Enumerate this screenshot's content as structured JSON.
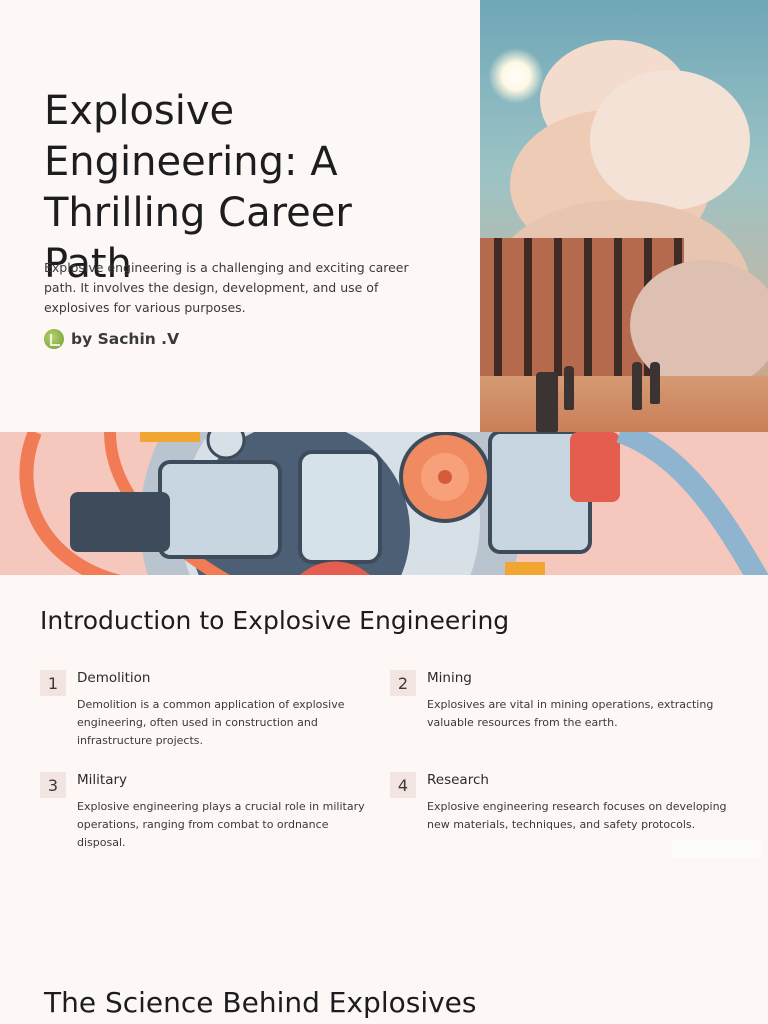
{
  "hero": {
    "title": "Explosive Engineering: A Thrilling Career Path",
    "subtitle": "Explosive engineering is a challenging and exciting career path. It involves the design, development, and use of explosives for various purposes.",
    "byline": "by Sachin .V"
  },
  "intro": {
    "title": "Introduction to Explosive Engineering",
    "items": [
      {
        "number": "1",
        "title": "Demolition",
        "description": "Demolition is a common application of explosive engineering, often used in construction and infrastructure projects."
      },
      {
        "number": "2",
        "title": "Mining",
        "description": "Explosives are vital in mining operations, extracting valuable resources from the earth."
      },
      {
        "number": "3",
        "title": "Military",
        "description": "Explosive engineering plays a crucial role in military operations, ranging from combat to ordnance disposal."
      },
      {
        "number": "4",
        "title": "Research",
        "description": "Explosive engineering research focuses on developing new materials, techniques, and safety protocols."
      }
    ]
  },
  "science": {
    "title": "The Science Behind Explosives"
  },
  "icons": {
    "avatar": "author-avatar-icon"
  },
  "colors": {
    "background": "#fdf8f6",
    "banner": "#f6c7bd",
    "number_badge": "#f1e4e1"
  }
}
